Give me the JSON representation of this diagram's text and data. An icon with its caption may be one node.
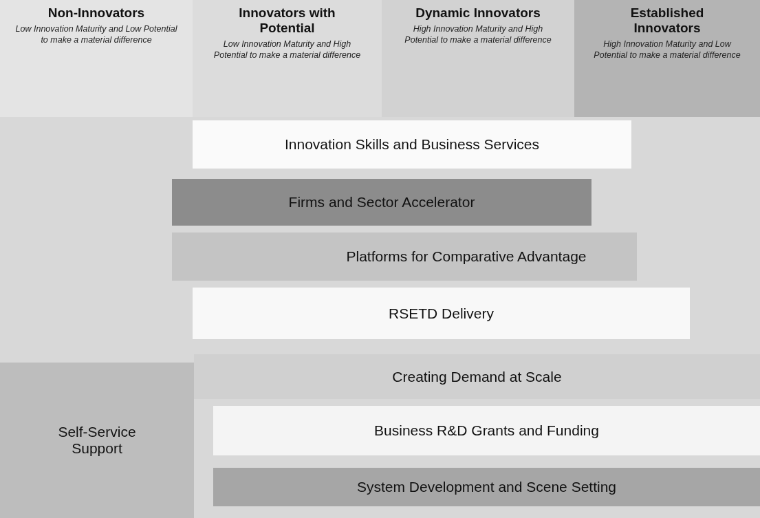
{
  "diagram": {
    "nodes": [
      {
        "text": [
          "Non-Innovators",
          "Low Innovation Maturity and Low Potential to make a material difference"
        ]
      },
      {
        "text": [
          "Innovators with Potential",
          "Low Innovation Maturity and High Potential to make a material difference"
        ]
      },
      {
        "text": [
          "Dynamic Innovators",
          "High Innovation Maturity and High Potential to make a material difference"
        ]
      },
      {
        "text": [
          "Established Innovators",
          "High Innovation Maturity and Low Potential to make a material difference"
        ]
      },
      {
        "text": [
          "Innovation Skills and Business Services"
        ]
      },
      {
        "text": [
          "Firms and Sector Accelerator"
        ]
      },
      {
        "text": [
          "Platforms for Comparative Advantage"
        ]
      },
      {
        "text": [
          "RSETD Delivery"
        ]
      },
      {
        "text": [
          "Self-Service Support"
        ]
      },
      {
        "text": [
          "Creating Demand at Scale"
        ]
      },
      {
        "text": [
          "Business R&D Grants and Funding"
        ]
      },
      {
        "text": [
          "System Development and Scene Setting"
        ]
      }
    ]
  }
}
